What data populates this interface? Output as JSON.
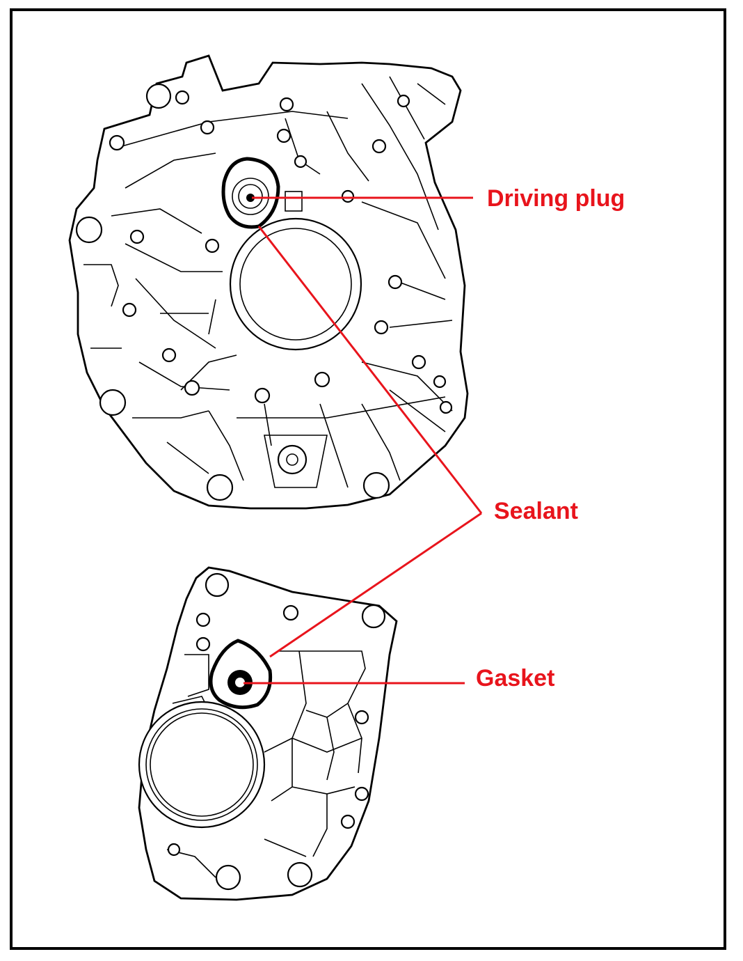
{
  "labels": {
    "driving_plug": "Driving plug",
    "sealant": "Sealant",
    "gasket": "Gasket"
  },
  "colors": {
    "callout": "#e8141c",
    "line_art": "#000000",
    "background": "#ffffff",
    "frame": "#000000"
  }
}
